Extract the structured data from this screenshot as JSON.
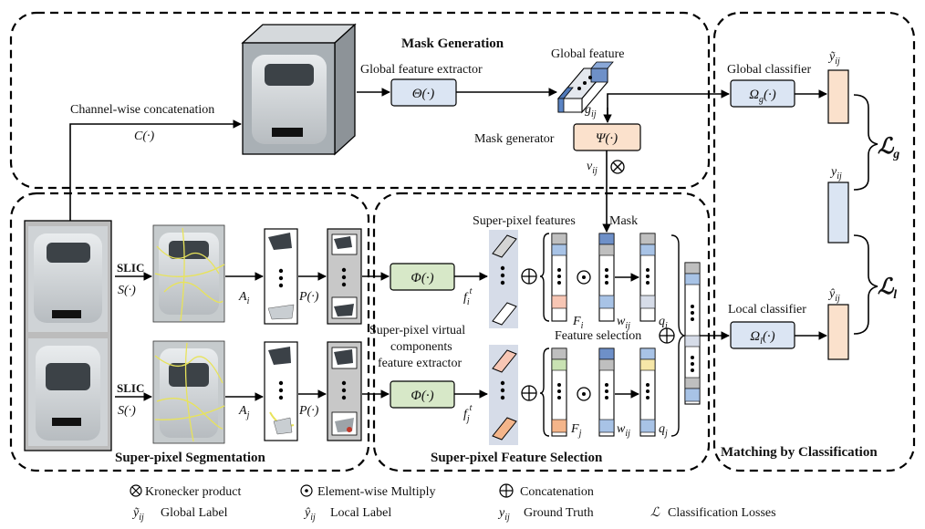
{
  "regions": {
    "mask_generation": "Mask Generation",
    "superpixel_segmentation": "Super-pixel Segmentation",
    "superpixel_feature_selection": "Super-pixel Feature Selection",
    "matching_by_classification": "Matching by Classification"
  },
  "labels": {
    "channel_concat": "Channel-wise concatenation",
    "channel_concat_fn": "C(·)",
    "global_feature_extractor": "Global feature extractor",
    "theta": "Θ(·)",
    "global_feature": "Global feature",
    "g_ij": "g",
    "g_sub": "ij",
    "mask_generator": "Mask generator",
    "psi": "Ψ(·)",
    "v_ij": "v",
    "v_sub": "ij",
    "global_classifier": "Global classifier",
    "omega_g": "Ω",
    "omega_g_sub": "g",
    "y_tilde": "ỹ",
    "y_tilde_sub": "ij",
    "y_ij": "y",
    "y_ij_sub": "ij",
    "L_g": "ℒ",
    "L_g_sub": "g",
    "L_l": "ℒ",
    "L_l_sub": "l",
    "local_classifier": "Local classifier",
    "omega_l": "Ω",
    "omega_l_sub": "l",
    "y_hat": "ŷ",
    "y_hat_sub": "ij",
    "slic_top": "SLIC",
    "slic_top_fn": "S(·)",
    "slic_bot": "SLIC",
    "slic_bot_fn": "S(·)",
    "A_i": "A",
    "A_i_sub": "i",
    "A_j": "A",
    "A_j_sub": "j",
    "P_top": "P(·)",
    "P_bot": "P(·)",
    "phi_top": "Φ(·)",
    "phi_bot": "Φ(·)",
    "f_i": "f",
    "f_i_sub": "i",
    "f_i_sup": "t",
    "f_j": "f",
    "f_j_sub": "j",
    "f_j_sup": "t",
    "superpixel_features": "Super-pixel features",
    "mask": "Mask",
    "virtual_line1": "Super-pixel virtual",
    "virtual_line2": "components",
    "virtual_line3": "feature extractor",
    "F_i": "F",
    "F_i_sub": "i",
    "F_j": "F",
    "F_j_sub": "j",
    "w_ij_top": "w",
    "w_ij_top_sub": "ij",
    "w_ij_bot": "w",
    "w_ij_bot_sub": "ij",
    "q_i": "q",
    "q_i_sub": "i",
    "q_j": "q",
    "q_j_sub": "j",
    "feature_selection": "Feature selection"
  },
  "legend": {
    "kronecker": "Kronecker product",
    "elementwise": "Element-wise Multiply",
    "concatenation": "Concatenation",
    "global_label_sym": "ỹ",
    "global_label_sub": "ij",
    "global_label": "Global Label",
    "local_label_sym": "ŷ",
    "local_label_sub": "ij",
    "local_label": "Local Label",
    "ground_truth_sym": "y",
    "ground_truth_sub": "ij",
    "ground_truth": "Ground Truth",
    "loss_sym": "ℒ",
    "loss": "Classification Losses"
  },
  "colors": {
    "blue_box": "#dbe5f3",
    "green_box": "#d7e8c8",
    "orange_box": "#fbe1cc",
    "gray_cell": "#bfbfbf",
    "blue_cell": "#a8c3e6",
    "pink_cell": "#f7c6b4",
    "green_cell": "#c9e2b3",
    "yellow_cell": "#f6e7a8"
  }
}
